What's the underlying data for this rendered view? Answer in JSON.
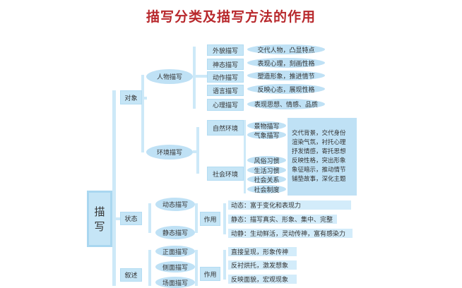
{
  "title": "描写分类及描写方法的作用",
  "root": [
    "描",
    "写"
  ],
  "categories": {
    "object": "对象",
    "state": "状态",
    "narration": "叙述"
  },
  "person": {
    "label": "人物描写",
    "items": [
      {
        "name": "外貌描写",
        "effect": "交代人物，凸显特点"
      },
      {
        "name": "神态描写",
        "effect": "表现心理，刻画性格"
      },
      {
        "name": "动作描写",
        "effect": "塑造形象，推进情节"
      },
      {
        "name": "语言描写",
        "effect": "反映心态，展现性格"
      },
      {
        "name": "心理描写",
        "effect": "表现思想、情感、品质"
      }
    ]
  },
  "environment": {
    "label": "环境描写",
    "natural": "自然环境",
    "natural_items": [
      "景物描写",
      "气象描写"
    ],
    "social": "社会环境",
    "social_items": [
      "风俗习惯",
      "生活习惯",
      "社会关系",
      "社会制度"
    ],
    "effects": [
      "交代背景，交代身份",
      "渲染气氛，衬托心理",
      "抒发情感，寄托思想",
      "反映性格，突出形象",
      "象征暗示，推动情节",
      "铺垫故事，深化主题"
    ]
  },
  "state": {
    "items": [
      "动态描写",
      "静态描写"
    ],
    "function": "作用",
    "effects": [
      "动态：富于变化和表现力",
      "静态：描写真实、形象、集中、完整",
      "动静：生动鲜活，灵动传神，富有感染力"
    ]
  },
  "narration": {
    "items": [
      "正面描写",
      "侧面描写",
      "场面描写"
    ],
    "function": "作用",
    "effects": [
      "直接呈现，形象传神",
      "反衬烘托，激发想象",
      "反映面貌，宏观现象"
    ]
  }
}
